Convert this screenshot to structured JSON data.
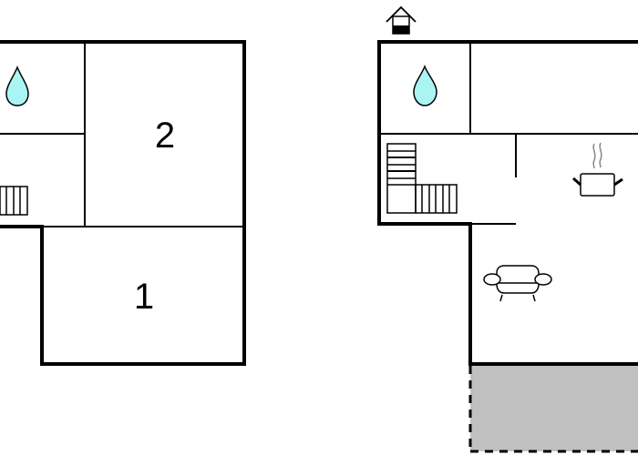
{
  "floor_plans": [
    {
      "id": "plan-left",
      "rooms": [
        {
          "label": "2",
          "type": "bedroom"
        },
        {
          "label": "1",
          "type": "bedroom"
        },
        {
          "label": "",
          "type": "bathroom",
          "icon": "water-drop-icon"
        },
        {
          "label": "",
          "type": "stairs",
          "icon": "stairs-icon"
        }
      ]
    },
    {
      "id": "plan-right",
      "entrance_icon": "house-entrance-icon",
      "rooms": [
        {
          "label": "",
          "type": "bathroom",
          "icon": "water-drop-icon"
        },
        {
          "label": "",
          "type": "room"
        },
        {
          "label": "",
          "type": "stairs",
          "icon": "stairs-icon"
        },
        {
          "label": "",
          "type": "kitchen",
          "icon": "cooking-pot-icon"
        },
        {
          "label": "",
          "type": "living-room",
          "icon": "sofa-icon"
        },
        {
          "label": "",
          "type": "terrace",
          "icon": "terrace-area"
        }
      ]
    }
  ],
  "colors": {
    "wall": "#000000",
    "water": "#aaf4f4",
    "terrace": "#c0c0c0",
    "steam": "#888888",
    "background": "#ffffff"
  }
}
